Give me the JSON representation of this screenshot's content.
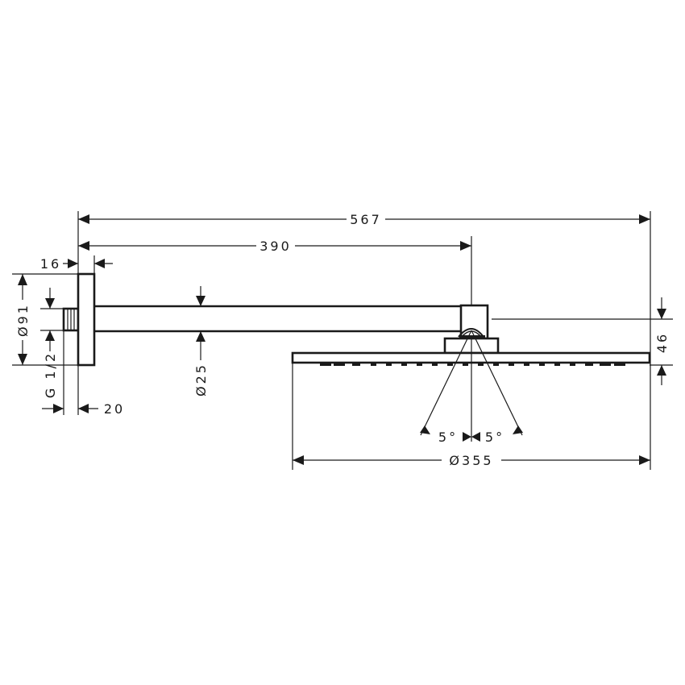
{
  "drawing": {
    "type": "technical-dimension-drawing",
    "subject": "Overhead shower with wall arm (side view)",
    "units": "mm",
    "stroke_color": "#1a1a1a",
    "background": "#ffffff"
  },
  "dimensions": {
    "overall_length": "567",
    "arm_length": "390",
    "flange_depth": "16",
    "flange_diameter": "Ø91",
    "thread": "G 1/2",
    "thread_offset": "20",
    "arm_diameter": "Ø25",
    "head_height": "46",
    "head_diameter": "Ø355",
    "tilt_left": "5°",
    "tilt_right": "5°"
  }
}
